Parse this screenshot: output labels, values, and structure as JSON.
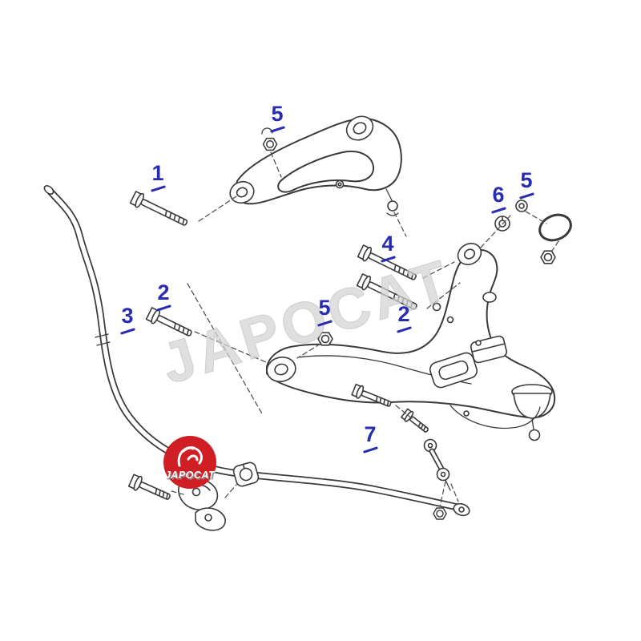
{
  "diagram": {
    "background": "#ffffff",
    "line_color": "#3a3a3a",
    "label_color": "#2a2cb0",
    "subject": "front-suspension-exploded-parts-diagram",
    "part_labels": [
      {
        "id": "callout-1",
        "text": "1"
      },
      {
        "id": "callout-5a",
        "text": "5"
      },
      {
        "id": "callout-2a",
        "text": "2"
      },
      {
        "id": "callout-3",
        "text": "3"
      },
      {
        "id": "callout-5b",
        "text": "5"
      },
      {
        "id": "callout-4",
        "text": "4"
      },
      {
        "id": "callout-2b",
        "text": "2"
      },
      {
        "id": "callout-6",
        "text": "6"
      },
      {
        "id": "callout-5c",
        "text": "5"
      },
      {
        "id": "callout-7",
        "text": "7"
      }
    ],
    "watermark": {
      "text": "JAPOCAT",
      "color": "#d4d4d4"
    },
    "logo": {
      "text": "JAPOCAT",
      "background_color": "#cf1f24",
      "text_color": "#ffffff"
    }
  }
}
